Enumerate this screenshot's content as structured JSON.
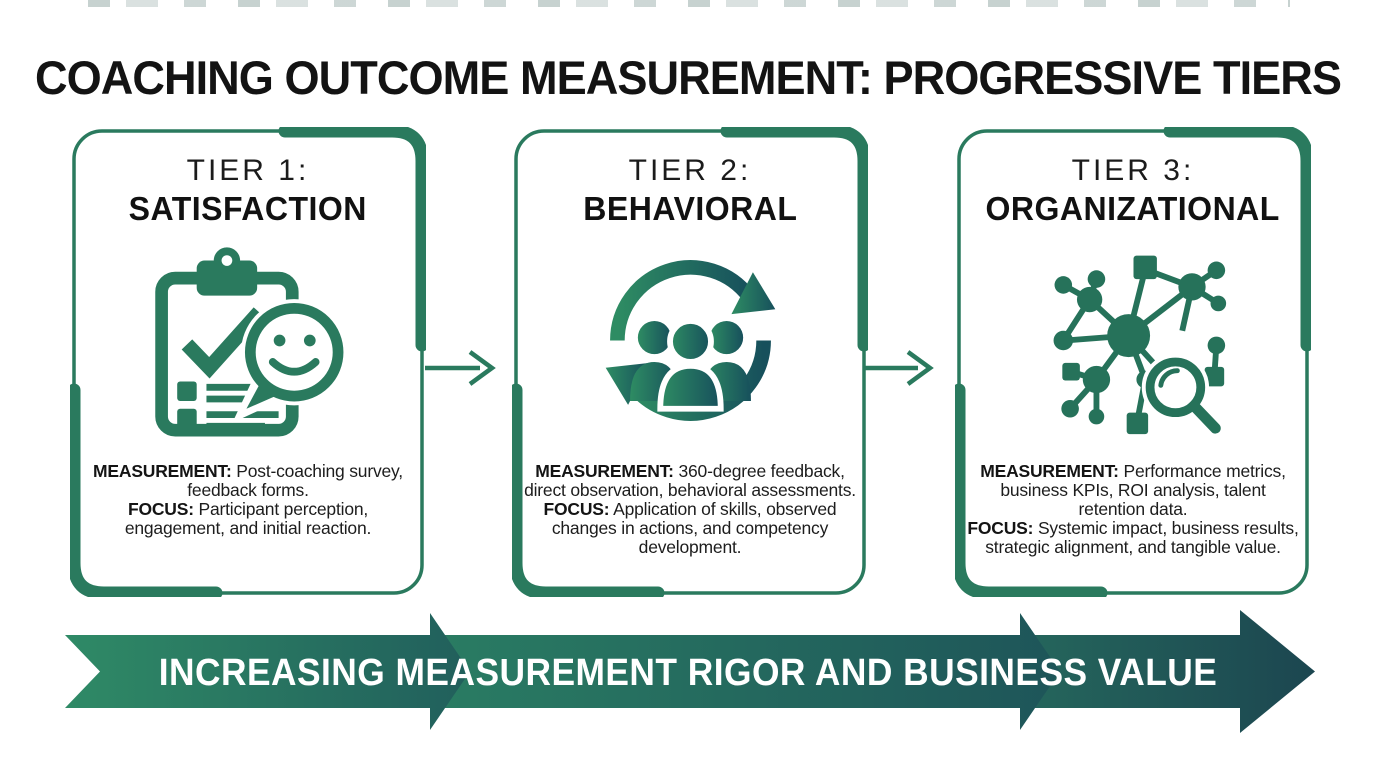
{
  "title": "COACHING OUTCOME MEASUREMENT: PROGRESSIVE TIERS",
  "colors": {
    "accent_green": "#2A7A5E",
    "banner_gradient_start": "#2F8A66",
    "banner_gradient_end": "#1C4650",
    "heading_text": "#131313",
    "body_text": "#1D1D1D",
    "banner_text": "#FFFFFF",
    "background": "#FFFFFF"
  },
  "icons": {
    "tier1": "clipboard-feedback-smiley-icon",
    "tier2": "people-cycle-arrows-icon",
    "tier3": "network-analysis-magnifier-icon",
    "connector": "thin-right-arrow-icon"
  },
  "cards": [
    {
      "tier_label": "TIER 1:",
      "tier_name": "SATISFACTION",
      "measurement_label": "MEASUREMENT:",
      "measurement_text": "Post-coaching survey, feedback forms.",
      "focus_label": "FOCUS:",
      "focus_text": "Participant perception, engagement, and initial reaction."
    },
    {
      "tier_label": "TIER 2:",
      "tier_name": "BEHAVIORAL",
      "measurement_label": "MEASUREMENT:",
      "measurement_text": "360-degree feedback, direct observation, behavioral assessments.",
      "focus_label": "FOCUS:",
      "focus_text": "Application of skills, observed changes in actions, and competency development."
    },
    {
      "tier_label": "TIER 3:",
      "tier_name": "ORGANIZATIONAL",
      "measurement_label": "MEASUREMENT:",
      "measurement_text": "Performance metrics, business KPIs, ROI analysis, talent retention data.",
      "focus_label": "FOCUS:",
      "focus_text": "Systemic impact, business results, strategic alignment, and tangible value."
    }
  ],
  "banner": {
    "label": "INCREASING MEASUREMENT RIGOR AND BUSINESS VALUE"
  }
}
